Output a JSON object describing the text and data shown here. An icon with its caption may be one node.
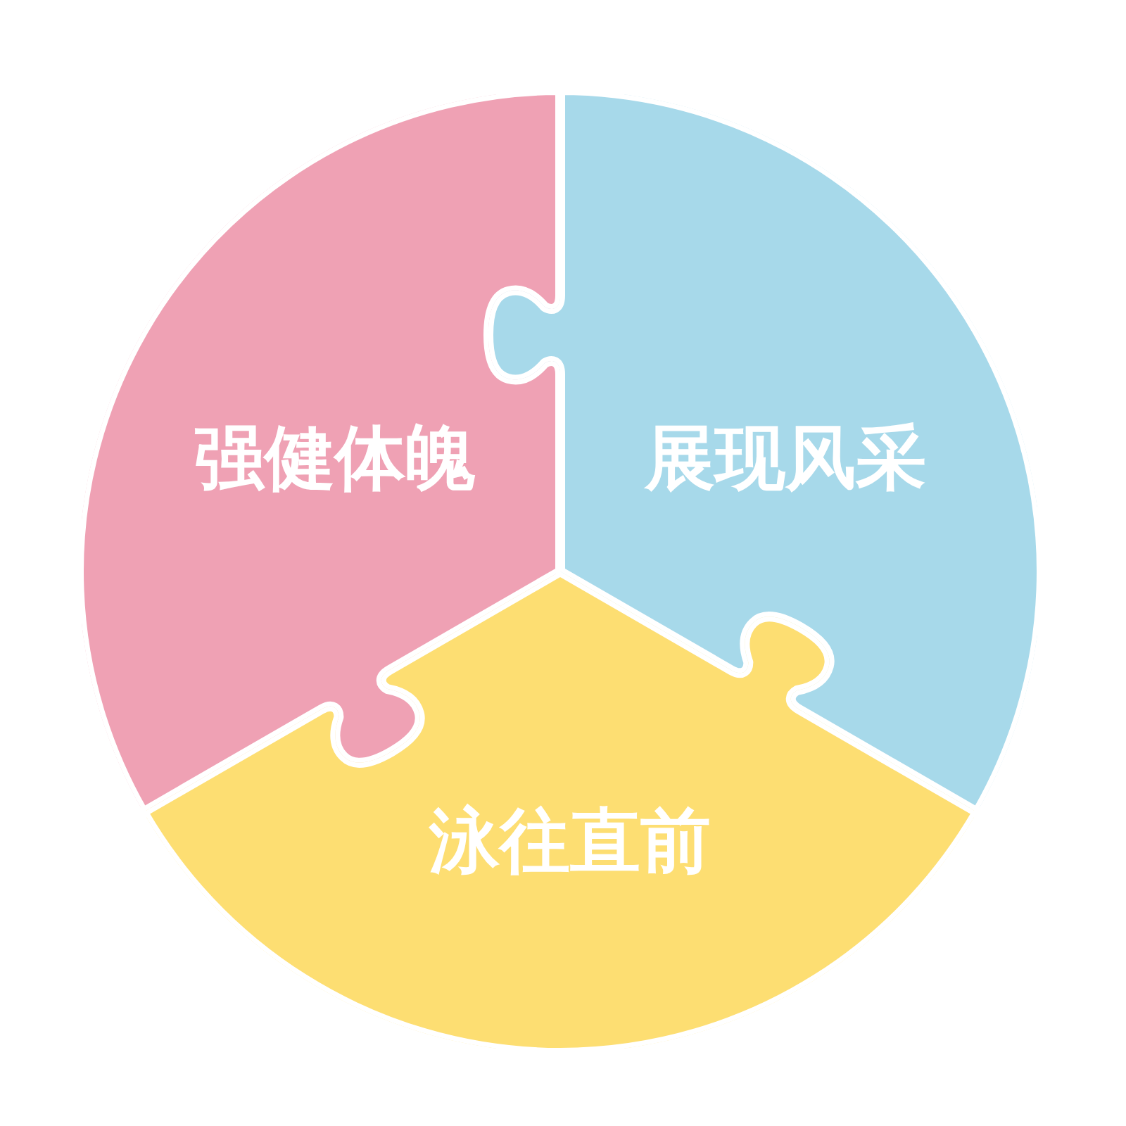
{
  "diagram": {
    "nodes": [
      {
        "text": [
          "强健体魄"
        ]
      },
      {
        "text": [
          "展现风采"
        ]
      },
      {
        "text": [
          "泳往直前"
        ]
      }
    ]
  }
}
